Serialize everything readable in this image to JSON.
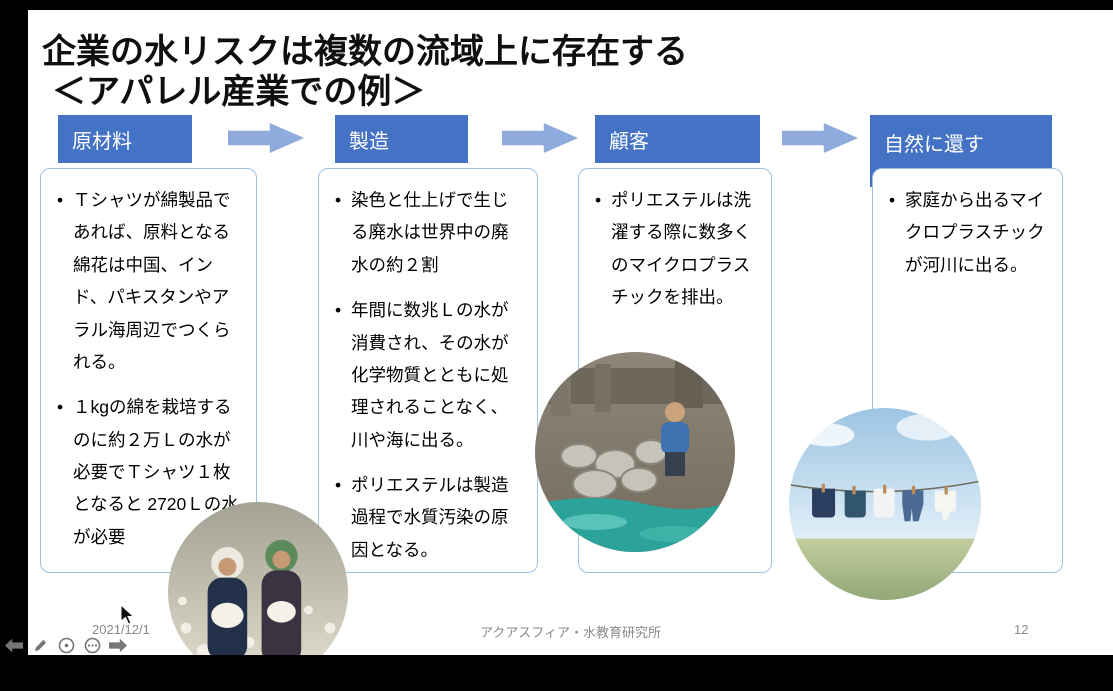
{
  "slide": {
    "title_line1": "企業の水リスクは複数の流域上に存在する",
    "title_line2": "＜アパレル産業での例＞",
    "stages": [
      {
        "header": "原材料",
        "bullets": [
          "Ｔシャツが綿製品であれば、原料となる綿花は中国、インド、パキスタンやアラル海周辺でつくられる。",
          "１kgの綿を栽培するのに約２万Ｌの水が必要でＴシャツ１枚となると 2720Ｌの水が必要"
        ]
      },
      {
        "header": "製造",
        "bullets": [
          "染色と仕上げで生じる廃水は世界中の廃水の約２割",
          "年間に数兆Ｌの水が消費され、その水が化学物質とともに処理されることなく、川や海に出る。",
          "ポリエステルは製造過程で水質汚染の原因となる。"
        ]
      },
      {
        "header": "顧客",
        "bullets": [
          "ポリエステルは洗濯する際に数多くのマイクロプラスチックを排出。"
        ]
      },
      {
        "header": "自然に還す",
        "bullets": [
          "家庭から出るマイクロプラスチックが河川に出る。"
        ]
      }
    ],
    "images": [
      {
        "name": "cotton-harvest-photo"
      },
      {
        "name": "dyeing-factory-photo"
      },
      {
        "name": "clothesline-photo"
      }
    ],
    "footer": {
      "date": "2021/12/1",
      "credit": "アクアスフィア・水教育研究所",
      "page": "12"
    }
  },
  "colors": {
    "stage_header_bg": "#4472c4",
    "flow_arrow": "#8faadc",
    "box_border": "#9dc3e6",
    "footer_text": "#8a8a8a"
  },
  "controls": {
    "items": [
      {
        "name": "previous-slide"
      },
      {
        "name": "pen-tool"
      },
      {
        "name": "annotation-tool"
      },
      {
        "name": "more-options"
      },
      {
        "name": "next-slide"
      }
    ]
  }
}
